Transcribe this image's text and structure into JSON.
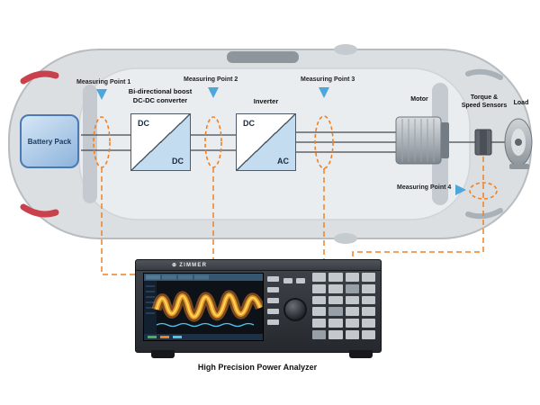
{
  "measuring_points": [
    {
      "label": "Measuring Point 1"
    },
    {
      "label": "Measuring Point 2"
    },
    {
      "label": "Measuring Point 3"
    },
    {
      "label": "Measuring Point 4"
    }
  ],
  "components": {
    "battery_label": "Battery Pack",
    "dcdc_title_line1": "Bi-directional boost",
    "dcdc_title_line2": "DC-DC converter",
    "dcdc_input_label": "DC",
    "dcdc_output_label": "DC",
    "inverter_title": "Inverter",
    "inverter_input_label": "DC",
    "inverter_output_label": "AC",
    "motor_label": "Motor",
    "sensors_label_line1": "Torque &",
    "sensors_label_line2": "Speed Sensors",
    "load_label": "Load"
  },
  "analyzer": {
    "brand_icon": "⊕",
    "brand": "ZIMMER",
    "caption": "High Precision Power Analyzer"
  },
  "colors": {
    "accent_orange": "#F08123",
    "marker_blue": "#4DA6DC",
    "car_body": "#DCDFE2",
    "battery_blue": "#8DB4DC",
    "analyzer_dark": "#2B2E33"
  }
}
